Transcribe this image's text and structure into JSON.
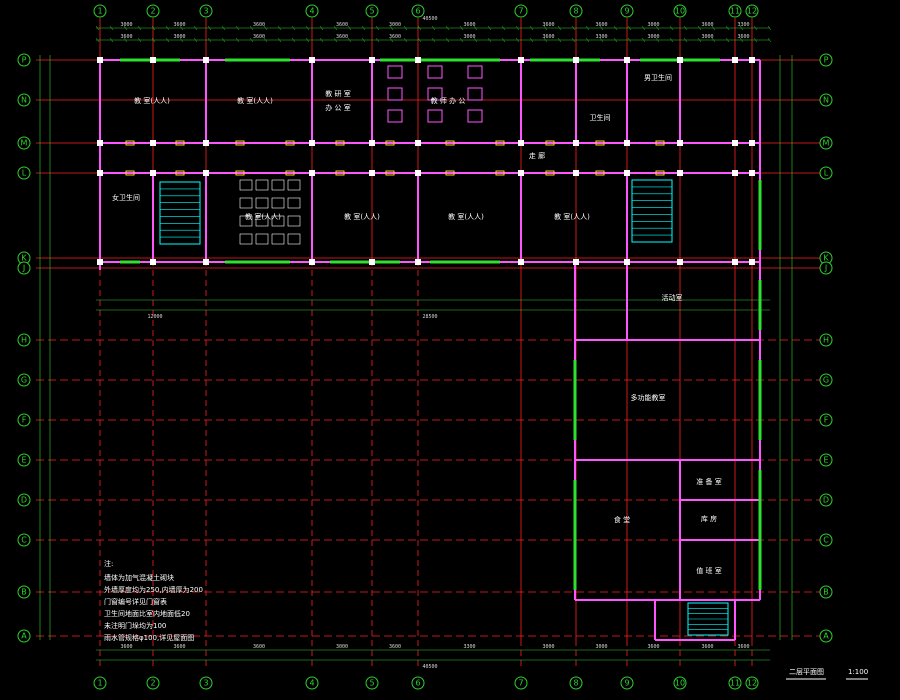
{
  "drawing": {
    "title": "二层平面图",
    "scale": "1:100",
    "colors": {
      "background": "#000000",
      "wall": "#ff55ff",
      "axis_grid": "#ff2020",
      "bubble": "#2fd02f",
      "window": "#30e030",
      "door": "#ffd21e",
      "stair": "#00ffff",
      "text": "#ffffff"
    }
  },
  "axes": {
    "columns": [
      "1",
      "2",
      "3",
      "4",
      "5",
      "6",
      "7",
      "8",
      "9",
      "10",
      "11",
      "12"
    ],
    "rows": [
      "P",
      "N",
      "M",
      "L",
      "K",
      "J",
      "H",
      "G",
      "F",
      "E",
      "D",
      "C",
      "B",
      "A"
    ]
  },
  "rooms": {
    "classroom_1": "教 室(人人)",
    "classroom_2": "教 室(人人)",
    "office_line1": "教 研 室",
    "office_line2": "办 公 室",
    "teachers_office": "教 师 办 公",
    "toilet_n": "卫生间",
    "toilet_w": "女卫生间",
    "toilet_e": "男卫生间",
    "corridor": "走 廊",
    "classroom_3": "教 室(人人)",
    "classroom_4": "教 室(人人)",
    "classroom_5": "教 室(人人)",
    "classroom_6": "教 室(人人)",
    "activity": "活动室",
    "multi_purpose": "多功能教室",
    "prep": "准 备 室",
    "storage": "库 房",
    "canteen": "食 堂",
    "duty": "值 班 室"
  },
  "notes": {
    "heading": "注:",
    "lines": [
      "墙体为加气混凝土砌块",
      "外墙厚度均为250,内墙厚为200",
      "门窗编号详见门窗表",
      "卫生间地面比室内地面低20",
      "未注明门垛均为100",
      "雨水管规格φ100,详见屋面图"
    ]
  },
  "dimensions": {
    "overall": "40500",
    "left_block": "12000",
    "right_block": "28500",
    "segments": [
      "3000",
      "3600",
      "3600",
      "3600",
      "3000",
      "3600",
      "3600",
      "3600",
      "3000",
      "3600",
      "3300",
      "3000"
    ]
  }
}
